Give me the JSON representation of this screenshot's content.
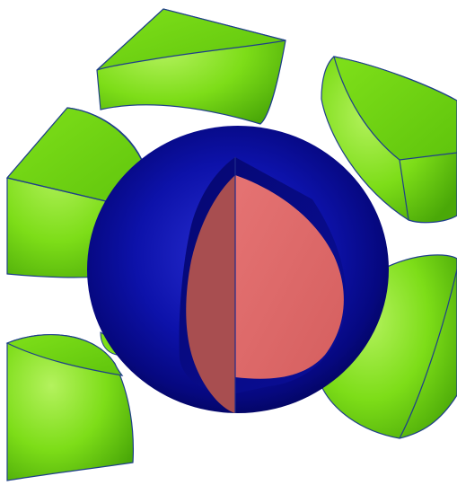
{
  "scene": {
    "background": "#ffffff",
    "colors": {
      "green_light": "#a4ec4a",
      "green_mid": "#78dc12",
      "green_dark": "#4aa808",
      "edge": "#1f3f8a",
      "blue_light": "#2c32d8",
      "blue_mid": "#0b0fa6",
      "blue_dark": "#020454",
      "pink_light": "#e47272",
      "pink_mid": "#d86464",
      "pink_dark": "#a85050"
    },
    "objects": [
      {
        "name": "corner-quarter-sphere-top-center",
        "material": "green"
      },
      {
        "name": "corner-quarter-sphere-top-right",
        "material": "green"
      },
      {
        "name": "corner-quarter-sphere-left",
        "material": "green"
      },
      {
        "name": "corner-quarter-sphere-bottom-left",
        "material": "green"
      },
      {
        "name": "corner-quarter-sphere-right",
        "material": "green"
      },
      {
        "name": "central-sphere-shell",
        "material": "blue"
      },
      {
        "name": "central-sphere-core-cutaway",
        "material": "pink"
      }
    ]
  }
}
